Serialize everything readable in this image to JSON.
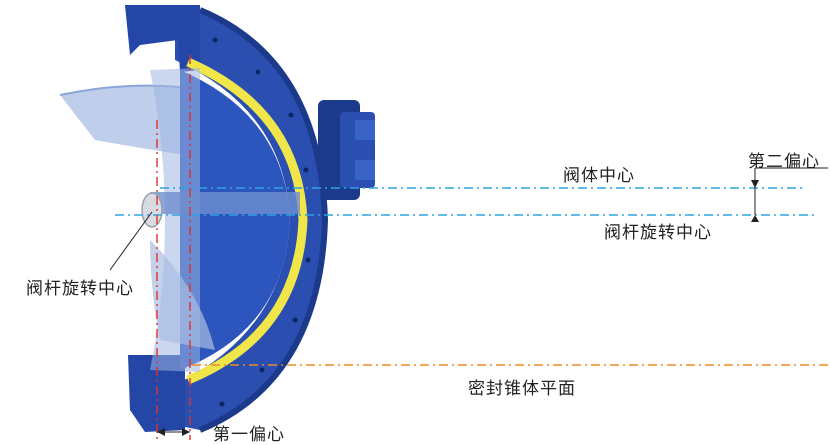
{
  "labels": {
    "body_center": "阀体中心",
    "stem_center_right": "阀杆旋转中心",
    "second_offset": "第二偏心",
    "stem_center_left": "阀杆旋转中心",
    "seal_cone_plane": "密封锥体平面",
    "first_offset": "第一偏心"
  },
  "colors": {
    "valve_body": "#2a4fb0",
    "valve_dark": "#1c3a8c",
    "seal_ring": "#f0e64a",
    "disc_translucent": "#8aa6d8",
    "centerline_blue": "#2fa4e0",
    "centerline_red": "#e0302a",
    "seal_line_orange": "#f08a24"
  }
}
